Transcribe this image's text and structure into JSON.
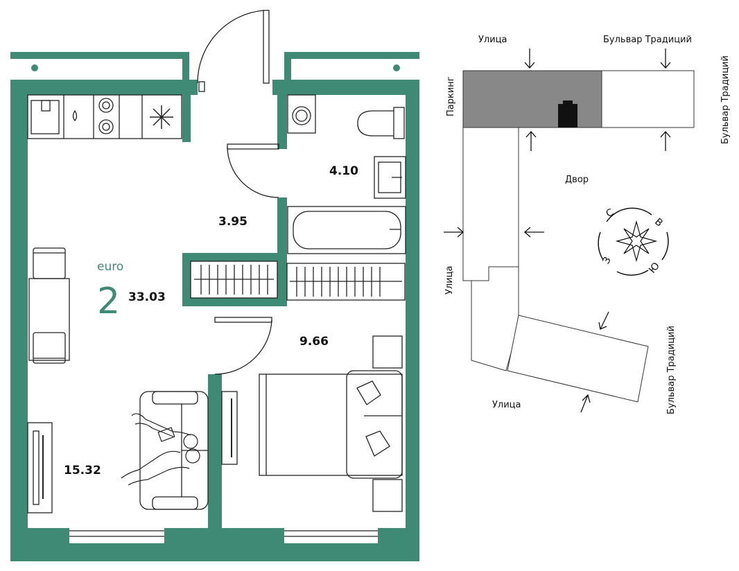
{
  "apartment": {
    "type_label": "euro",
    "rooms": "2",
    "total_area": "33.03",
    "rooms_areas": {
      "kitchen_living": "15.32",
      "hall": "3.95",
      "bathroom": "4.10",
      "bedroom": "9.66"
    }
  },
  "site_plan": {
    "labels": {
      "street_top": "Улица",
      "boulevard_top": "Бульвар Традиций",
      "boulevard_right_top": "Бульвар Традиций",
      "parking": "Паркинг",
      "yard": "Двор",
      "street_left": "Улица",
      "street_bottom": "Улица",
      "boulevard_right_bottom": "Бульвар Традиций"
    },
    "compass": {
      "north": "С",
      "east": "В",
      "south": "Ю",
      "west": "З"
    }
  },
  "colors": {
    "wall": "#3f8a74",
    "building_dark": "#888888",
    "line": "#222222"
  }
}
